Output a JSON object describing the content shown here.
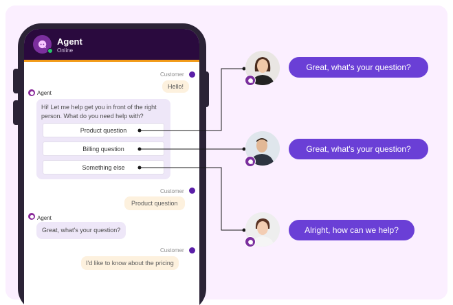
{
  "header": {
    "title": "Agent",
    "status": "Online"
  },
  "chat": {
    "customer_label": "Customer",
    "agent_label": "Agent",
    "messages": {
      "hello": "Hello!",
      "agent_intro": "Hi! Let me help get you in front of the right person. What do you need help with?",
      "customer_choice": "Product question",
      "agent_followup": "Great, what's your question?",
      "customer_final": "I'd like to know about the pricing"
    },
    "options": [
      "Product question",
      "Billing question",
      "Something else"
    ]
  },
  "routes": [
    {
      "reply": "Great, what's your question?"
    },
    {
      "reply": "Great, what's your question?"
    },
    {
      "reply": "Alright, how can we help?"
    }
  ],
  "colors": {
    "accent": "#6a3fd6",
    "header_bg": "#2a0a3e",
    "header_border": "#f29a18",
    "online": "#27c36a"
  }
}
